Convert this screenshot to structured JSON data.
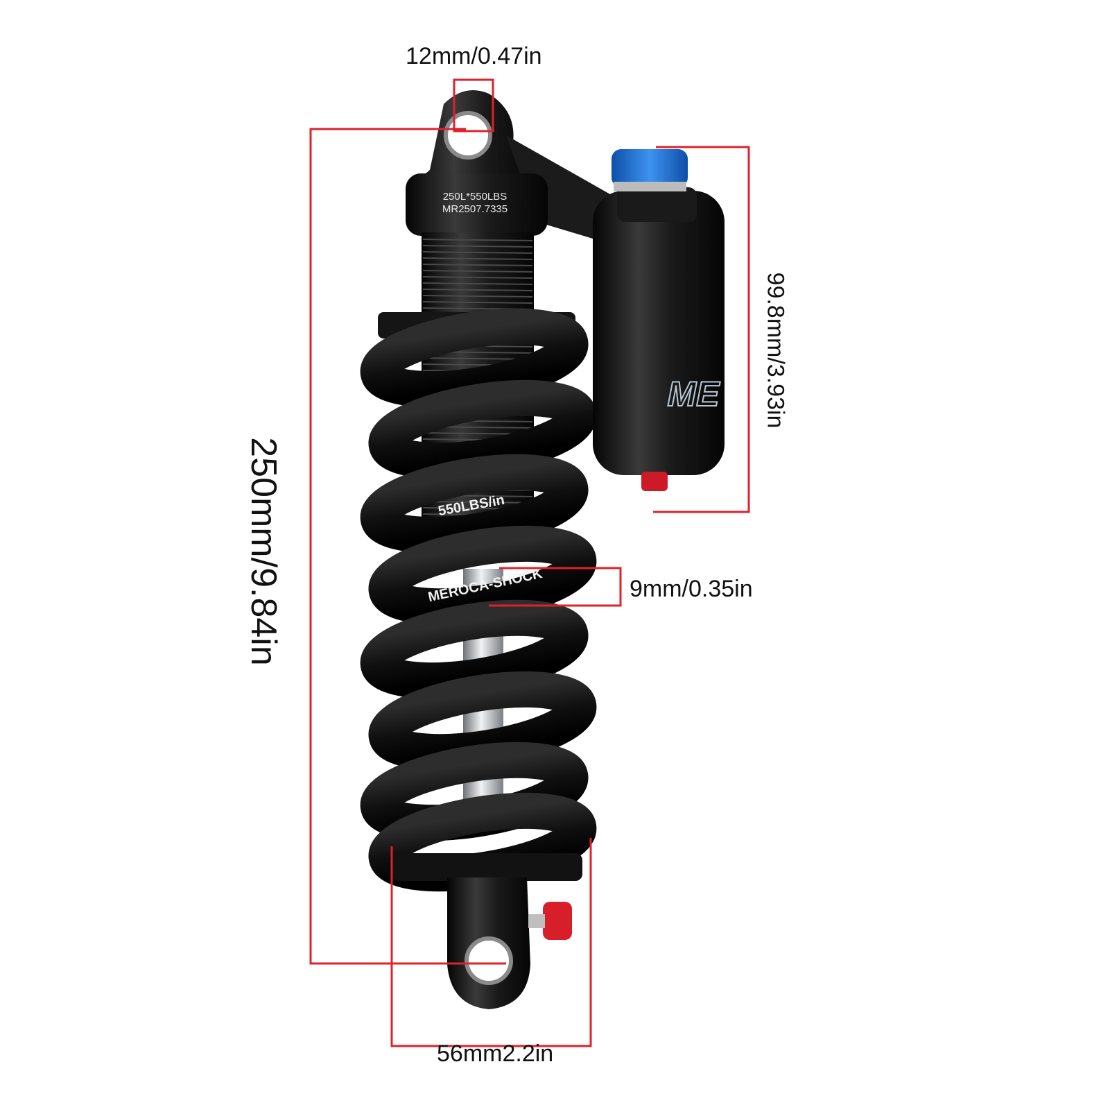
{
  "dimensions": {
    "eye_width": "12mm/0.47in",
    "total_length": "250mm/9.84in",
    "reservoir_height": "99.8mm/3.93in",
    "pin_diameter": "9mm/0.35in",
    "mount_width": "56mm2.2in"
  },
  "product_markings": {
    "cap_line1": "250L*550LBS",
    "cap_line2": "MR2507.7335",
    "spring_rate": "550LBS/in",
    "brand": "MEROCA-SHOCK",
    "reservoir_logo": "ME"
  },
  "colors": {
    "annotation": "#e0202a",
    "body": "#161616",
    "knob_blue": "#1a6fd6",
    "knob_red": "#d81e28",
    "shaft": "#c9ccd0"
  }
}
